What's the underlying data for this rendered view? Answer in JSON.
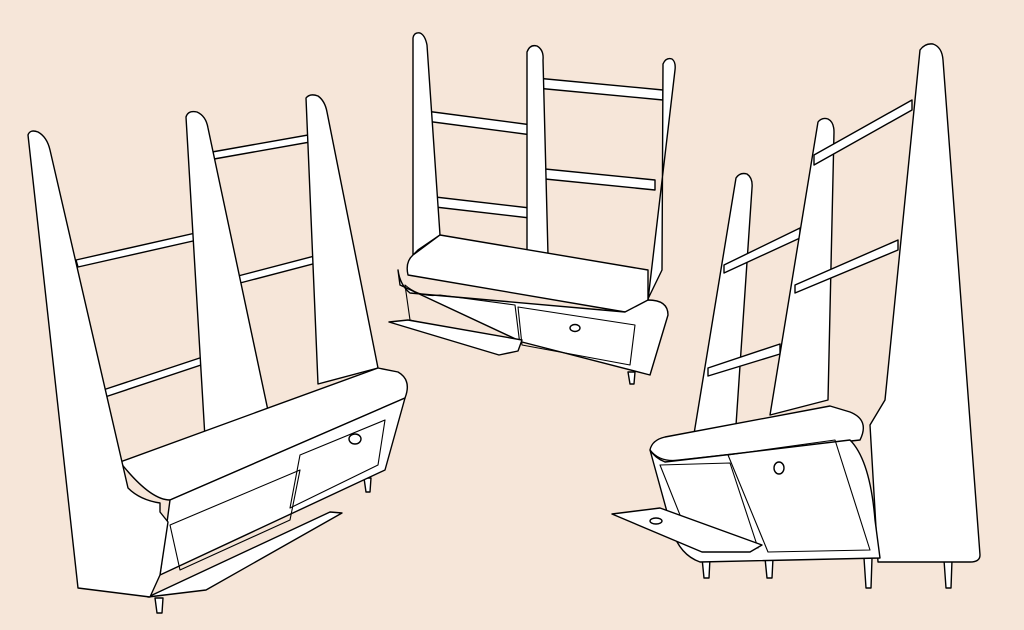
{
  "colors": {
    "background": "#f6e6d9",
    "fill": "#ffffff",
    "stroke": "#000000"
  },
  "figures": [
    {
      "name": "bookcase-view-left-flap-open"
    },
    {
      "name": "bookcase-view-center-flap-open"
    },
    {
      "name": "bookcase-view-right-flap-open"
    }
  ]
}
